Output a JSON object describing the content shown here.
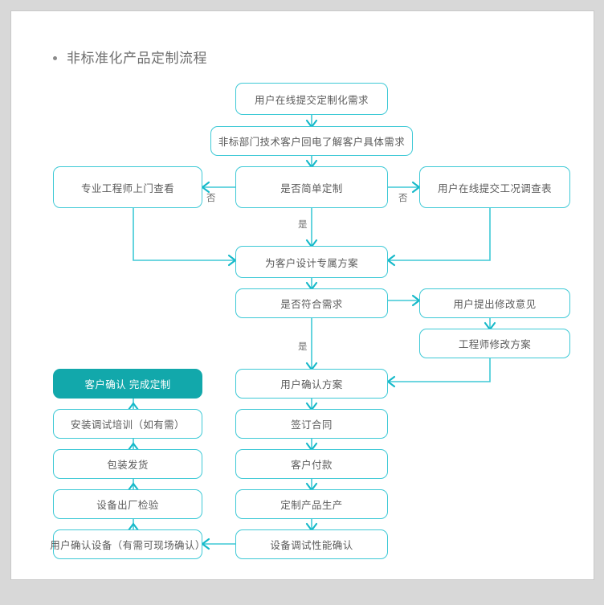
{
  "page": {
    "title": "非标准化产品定制流程",
    "bullet": "bullet-dot",
    "accent_color": "#3ec9d6",
    "fill_color": "#12a8ab",
    "text_color": "#5a5a5a",
    "background_color": "#d8d8d8",
    "page_color": "#ffffff"
  },
  "flowchart": {
    "type": "flowchart",
    "nodes": [
      {
        "id": "n1",
        "label": "用户在线提交定制化需求",
        "column": "center",
        "style": "outline"
      },
      {
        "id": "n2",
        "label": "非标部门技术客户回电了解客户具体需求",
        "column": "center",
        "style": "outline"
      },
      {
        "id": "n3",
        "label": "是否简单定制",
        "column": "center",
        "style": "outline"
      },
      {
        "id": "n4",
        "label": "专业工程师上门查看",
        "column": "left",
        "style": "outline"
      },
      {
        "id": "n5",
        "label": "用户在线提交工况调查表",
        "column": "right",
        "style": "outline"
      },
      {
        "id": "n6",
        "label": "为客户设计专属方案",
        "column": "center",
        "style": "outline"
      },
      {
        "id": "n7",
        "label": "是否符合需求",
        "column": "center",
        "style": "outline"
      },
      {
        "id": "n8",
        "label": "用户提出修改意见",
        "column": "right",
        "style": "outline"
      },
      {
        "id": "n9",
        "label": "工程师修改方案",
        "column": "right",
        "style": "outline"
      },
      {
        "id": "n10",
        "label": "客户确认 完成定制",
        "column": "left",
        "style": "filled"
      },
      {
        "id": "n11",
        "label": "用户确认方案",
        "column": "center",
        "style": "outline"
      },
      {
        "id": "n12",
        "label": "安装调试培训（如有需）",
        "column": "left",
        "style": "outline"
      },
      {
        "id": "n13",
        "label": "签订合同",
        "column": "center",
        "style": "outline"
      },
      {
        "id": "n14",
        "label": "包装发货",
        "column": "left",
        "style": "outline"
      },
      {
        "id": "n15",
        "label": "客户付款",
        "column": "center",
        "style": "outline"
      },
      {
        "id": "n16",
        "label": "设备出厂检验",
        "column": "left",
        "style": "outline"
      },
      {
        "id": "n17",
        "label": "定制产品生产",
        "column": "center",
        "style": "outline"
      },
      {
        "id": "n18",
        "label": "用户确认设备（有需可现场确认）",
        "column": "left",
        "style": "outline"
      },
      {
        "id": "n19",
        "label": "设备调试性能确认",
        "column": "center",
        "style": "outline"
      }
    ],
    "edge_labels": [
      {
        "id": "e1",
        "label": "否",
        "from": "n3",
        "to": "n4"
      },
      {
        "id": "e2",
        "label": "否",
        "from": "n3",
        "to": "n5"
      },
      {
        "id": "e3",
        "label": "是",
        "from": "n3",
        "to": "n6"
      },
      {
        "id": "e4",
        "label": "是",
        "from": "n7",
        "to": "n11"
      }
    ]
  }
}
